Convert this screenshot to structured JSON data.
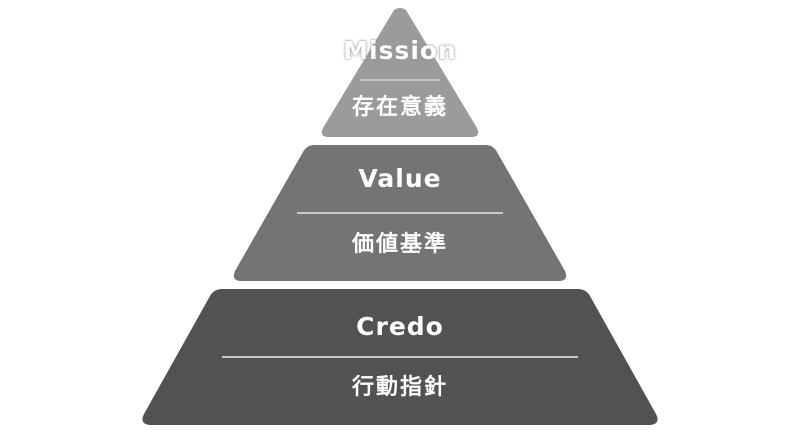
{
  "pyramid": {
    "tiers": [
      {
        "id": "mission",
        "title": "Mission",
        "subtitle": "存在意義",
        "color": "#9b9b9b"
      },
      {
        "id": "value",
        "title": "Value",
        "subtitle": "価値基準",
        "color": "#747474"
      },
      {
        "id": "credo",
        "title": "Credo",
        "subtitle": "行動指針",
        "color": "#525252"
      }
    ],
    "divider_color": "#c8c8c8"
  }
}
